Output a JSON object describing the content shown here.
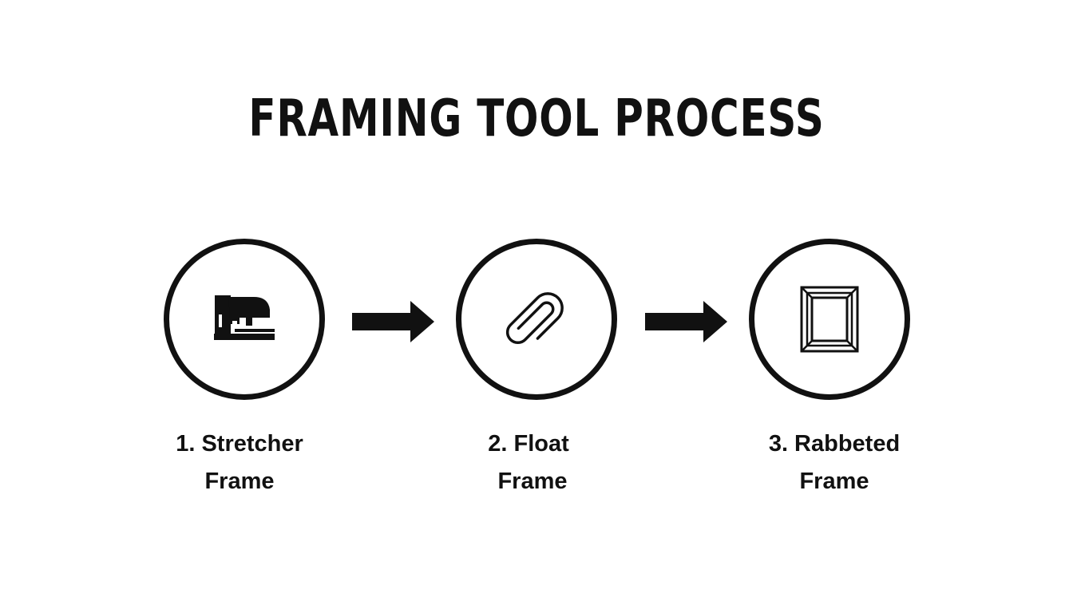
{
  "title": "FRAMING TOOL PROCESS",
  "colors": {
    "ink": "#111111",
    "background": "#ffffff"
  },
  "steps": [
    {
      "line1": "1. Stretcher",
      "line2": "Frame",
      "icon": "staple-gun-icon"
    },
    {
      "line1": "2. Float",
      "line2": "Frame",
      "icon": "paperclip-icon"
    },
    {
      "line1": "3. Rabbeted",
      "line2": "Frame",
      "icon": "picture-frame-icon"
    }
  ],
  "connectors": [
    "arrow-right-icon",
    "arrow-right-icon"
  ]
}
